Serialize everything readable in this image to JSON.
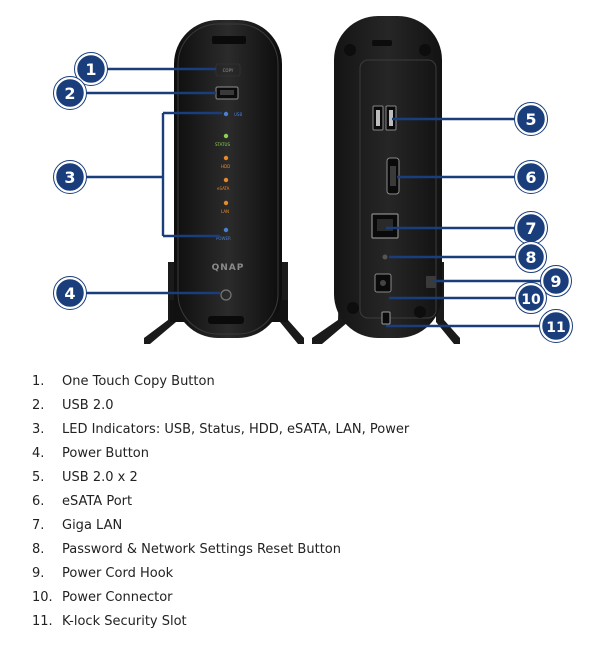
{
  "colors": {
    "callout_fill": "#1a3e7c",
    "callout_ring": "#ffffff",
    "callout_text": "#ffffff",
    "leader_line": "#1a3e7c",
    "device_body": "#1c1c1c",
    "led_usb": "#4a7fd6",
    "led_status": "#8fd14f",
    "led_hdd": "#e88a2a",
    "led_esata": "#e88a2a",
    "led_lan": "#e88a2a",
    "led_power": "#4a7fd6"
  },
  "device": {
    "front_brand": "QNAP",
    "front_led_labels": [
      "COPY",
      "USB",
      "STATUS",
      "HDD",
      "eSATA",
      "LAN",
      "POWER"
    ]
  },
  "callouts": [
    {
      "number": "1",
      "target": "one-touch-copy-button"
    },
    {
      "number": "2",
      "target": "front-usb-port"
    },
    {
      "number": "3",
      "target": "led-indicators"
    },
    {
      "number": "4",
      "target": "power-button"
    },
    {
      "number": "5",
      "target": "rear-usb-ports"
    },
    {
      "number": "6",
      "target": "esata-port"
    },
    {
      "number": "7",
      "target": "giga-lan-port"
    },
    {
      "number": "8",
      "target": "reset-button"
    },
    {
      "number": "9",
      "target": "power-cord-hook"
    },
    {
      "number": "10",
      "target": "power-connector"
    },
    {
      "number": "11",
      "target": "k-lock-slot"
    }
  ],
  "legend": [
    {
      "num": "1.",
      "label": "One Touch Copy Button"
    },
    {
      "num": "2.",
      "label": "USB 2.0"
    },
    {
      "num": "3.",
      "label": "LED Indicators: USB, Status, HDD, eSATA, LAN, Power"
    },
    {
      "num": "4.",
      "label": "Power Button"
    },
    {
      "num": "5.",
      "label": "USB 2.0 x 2"
    },
    {
      "num": "6.",
      "label": "eSATA Port"
    },
    {
      "num": "7.",
      "label": "Giga LAN"
    },
    {
      "num": "8.",
      "label": "Password & Network Settings Reset Button"
    },
    {
      "num": "9.",
      "label": "Power Cord Hook"
    },
    {
      "num": "10.",
      "label": "Power Connector"
    },
    {
      "num": "11.",
      "label": "K-lock Security Slot"
    }
  ]
}
